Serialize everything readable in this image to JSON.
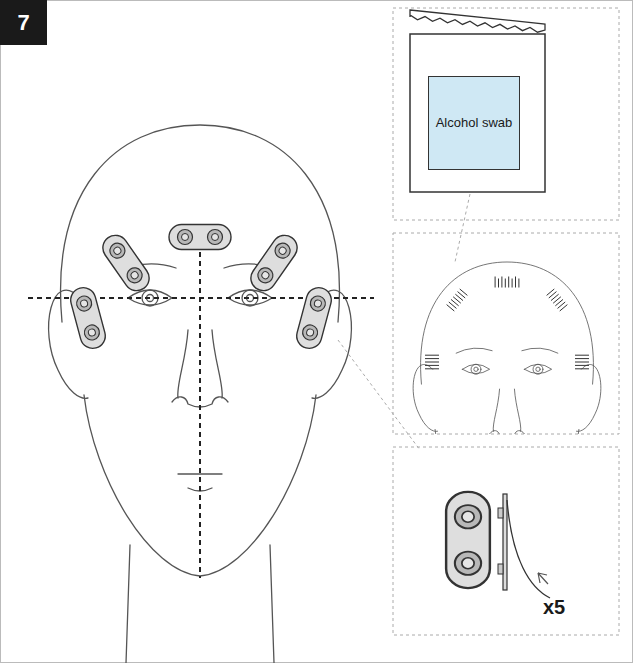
{
  "diagram": {
    "nodes": [
      {
        "text": [
          "7"
        ]
      },
      {
        "text": [
          "Alcohol swab"
        ]
      }
    ],
    "labels": [
      "x5"
    ]
  }
}
